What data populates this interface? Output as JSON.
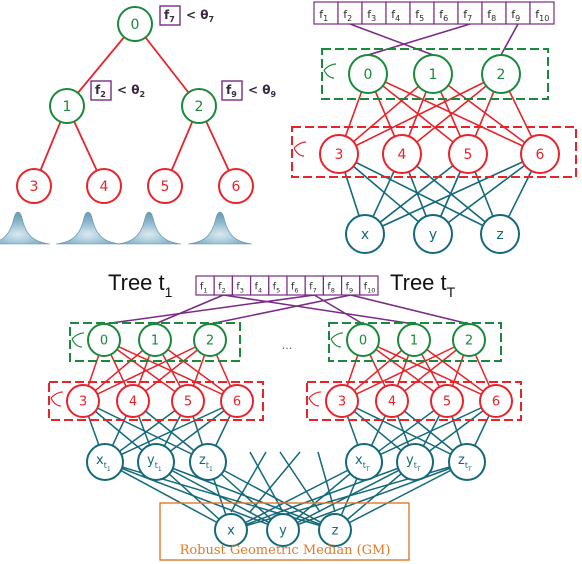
{
  "colors": {
    "green": "#1a8a3a",
    "red": "#e8232a",
    "purple": "#7a2a86",
    "teal": "#13697a",
    "orange": "#e07a2a",
    "bell": "#7fb3c8"
  },
  "tree": {
    "nodes": [
      "0",
      "1",
      "2",
      "3",
      "4",
      "5",
      "6"
    ],
    "split_root": {
      "feature": "f",
      "feature_sub": "7",
      "op": "<",
      "theta": "θ",
      "theta_sub": "7"
    },
    "split_left": {
      "feature": "f",
      "feature_sub": "2",
      "op": "<",
      "theta": "θ",
      "theta_sub": "2"
    },
    "split_right": {
      "feature": "f",
      "feature_sub": "9",
      "op": "<",
      "theta": "θ",
      "theta_sub": "9"
    }
  },
  "network": {
    "features": [
      "1",
      "2",
      "3",
      "4",
      "5",
      "6",
      "7",
      "8",
      "9",
      "10"
    ],
    "feature_letter": "f",
    "split_nodes": [
      "0",
      "1",
      "2"
    ],
    "leaf_nodes": [
      "3",
      "4",
      "5",
      "6"
    ],
    "outputs": [
      "x",
      "y",
      "z"
    ]
  },
  "forest": {
    "tree_first_label": "Tree t",
    "tree_first_sub": "1",
    "tree_last_label": "Tree t",
    "tree_last_sub": "T",
    "ellipsis": "...",
    "outputs_first": [
      {
        "base": "x",
        "sub": "t",
        "subsub": "1"
      },
      {
        "base": "y",
        "sub": "t",
        "subsub": "1"
      },
      {
        "base": "z",
        "sub": "t",
        "subsub": "1"
      }
    ],
    "outputs_last": [
      {
        "base": "x",
        "sub": "t",
        "subsub": "T"
      },
      {
        "base": "y",
        "sub": "t",
        "subsub": "T"
      },
      {
        "base": "z",
        "sub": "t",
        "subsub": "T"
      }
    ],
    "final_outputs": [
      "x",
      "y",
      "z"
    ],
    "gm_label": "Robust Geometric Median (GM)"
  }
}
